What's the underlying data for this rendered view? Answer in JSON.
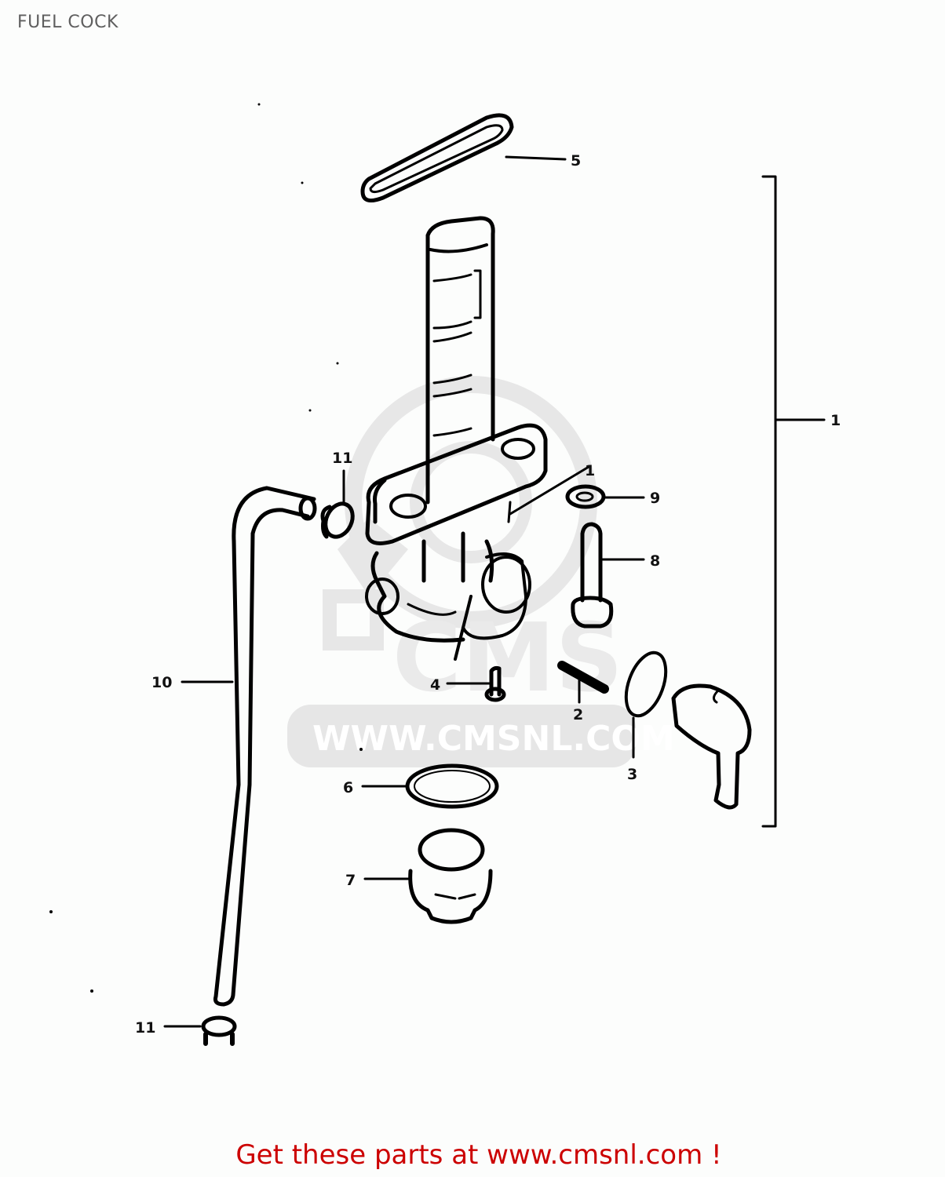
{
  "page": {
    "title": "FUEL COCK",
    "footer_link_text": "Get these parts at www.cmsnl.com !",
    "footer_color": "#cc0000"
  },
  "watermark": {
    "logo_text": "CMS",
    "url_text": "WWW.CMSNL.COM",
    "color": "#e6e6e6"
  },
  "diagram": {
    "parts": [
      {
        "ref": "1",
        "name": "fuel-cock-assembly"
      },
      {
        "ref": "2",
        "name": "spring"
      },
      {
        "ref": "3",
        "name": "o-ring"
      },
      {
        "ref": "4",
        "name": "screw"
      },
      {
        "ref": "5",
        "name": "gasket"
      },
      {
        "ref": "6",
        "name": "o-ring"
      },
      {
        "ref": "7",
        "name": "cup"
      },
      {
        "ref": "8",
        "name": "bolt"
      },
      {
        "ref": "9",
        "name": "washer"
      },
      {
        "ref": "10",
        "name": "hose"
      },
      {
        "ref": "11",
        "name": "clamp"
      },
      {
        "ref": "11",
        "name": "clamp"
      }
    ],
    "labels": {
      "l1": "1",
      "l2": "2",
      "l3": "3",
      "l4": "4",
      "l5": "5",
      "l6": "6",
      "l7": "7",
      "l8": "8",
      "l9": "9",
      "l10": "10",
      "l11a": "11",
      "l11b": "11",
      "l1b": "1"
    }
  }
}
